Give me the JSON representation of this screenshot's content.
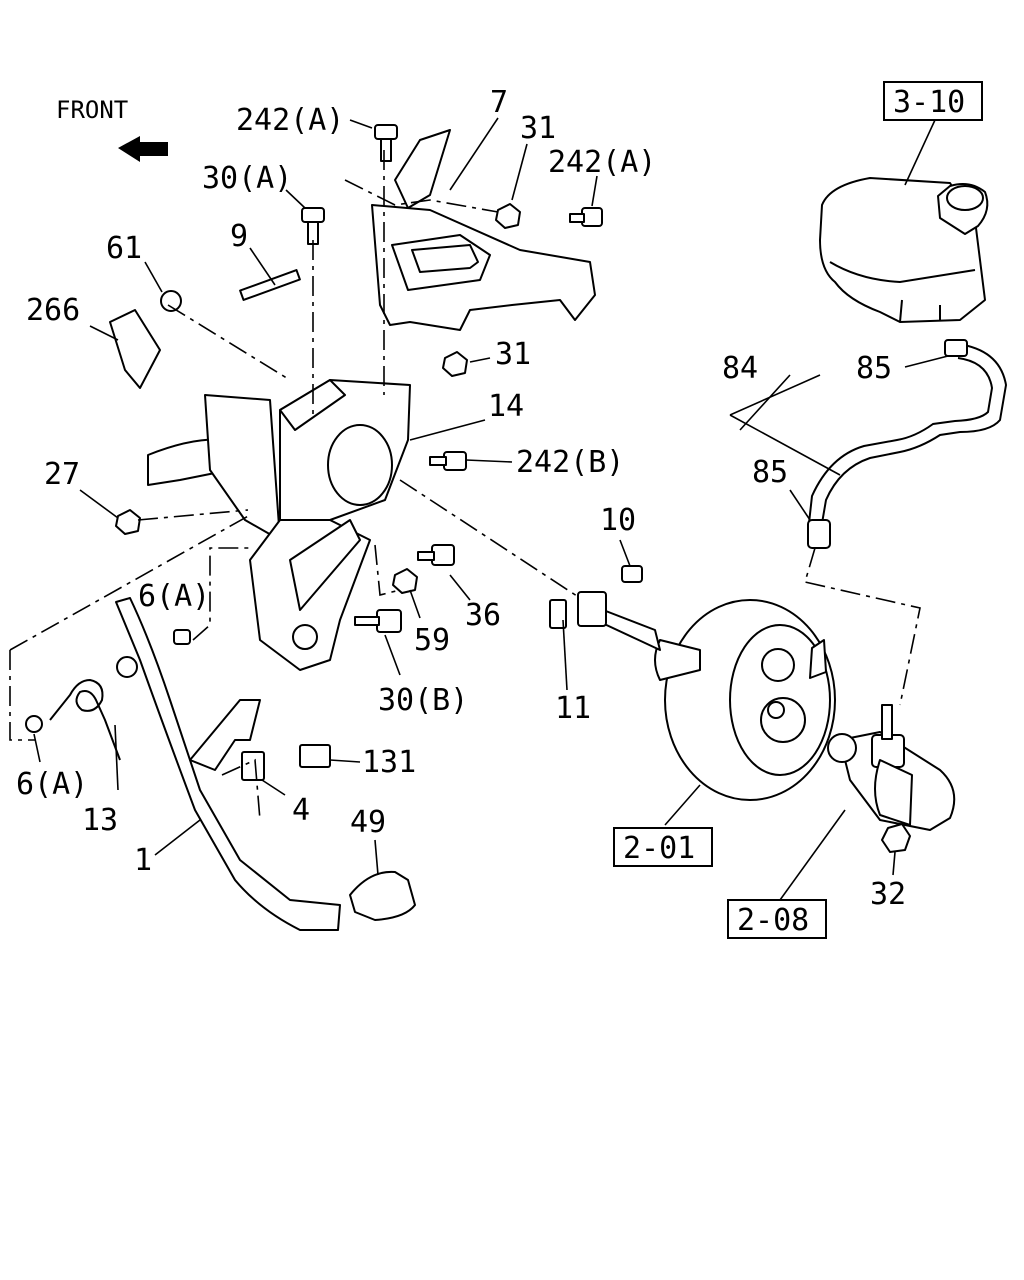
{
  "front_label": "FRONT",
  "callouts": [
    {
      "id": "c-242a-top",
      "text": "242(A)"
    },
    {
      "id": "c-7",
      "text": "7"
    },
    {
      "id": "c-31-top",
      "text": "31"
    },
    {
      "id": "c-242a-right",
      "text": "242(A)"
    },
    {
      "id": "c-30a",
      "text": "30(A)"
    },
    {
      "id": "c-9",
      "text": "9"
    },
    {
      "id": "c-61",
      "text": "61"
    },
    {
      "id": "c-266",
      "text": "266"
    },
    {
      "id": "c-31-mid",
      "text": "31"
    },
    {
      "id": "c-14",
      "text": "14"
    },
    {
      "id": "c-242b",
      "text": "242(B)"
    },
    {
      "id": "c-27",
      "text": "27"
    },
    {
      "id": "c-10",
      "text": "10"
    },
    {
      "id": "c-6a-top",
      "text": "6(A)"
    },
    {
      "id": "c-36",
      "text": "36"
    },
    {
      "id": "c-59",
      "text": "59"
    },
    {
      "id": "c-11",
      "text": "11"
    },
    {
      "id": "c-30b",
      "text": "30(B)"
    },
    {
      "id": "c-6a-bottom",
      "text": "6(A)"
    },
    {
      "id": "c-13",
      "text": "13"
    },
    {
      "id": "c-131",
      "text": "131"
    },
    {
      "id": "c-4",
      "text": "4"
    },
    {
      "id": "c-49",
      "text": "49"
    },
    {
      "id": "c-1",
      "text": "1"
    },
    {
      "id": "c-84",
      "text": "84"
    },
    {
      "id": "c-85-top",
      "text": "85"
    },
    {
      "id": "c-85-mid",
      "text": "85"
    },
    {
      "id": "c-32",
      "text": "32"
    }
  ],
  "ref_boxes": [
    {
      "id": "ref-3-10",
      "text": "3-10"
    },
    {
      "id": "ref-2-01",
      "text": "2-01"
    },
    {
      "id": "ref-2-08",
      "text": "2-08"
    }
  ]
}
